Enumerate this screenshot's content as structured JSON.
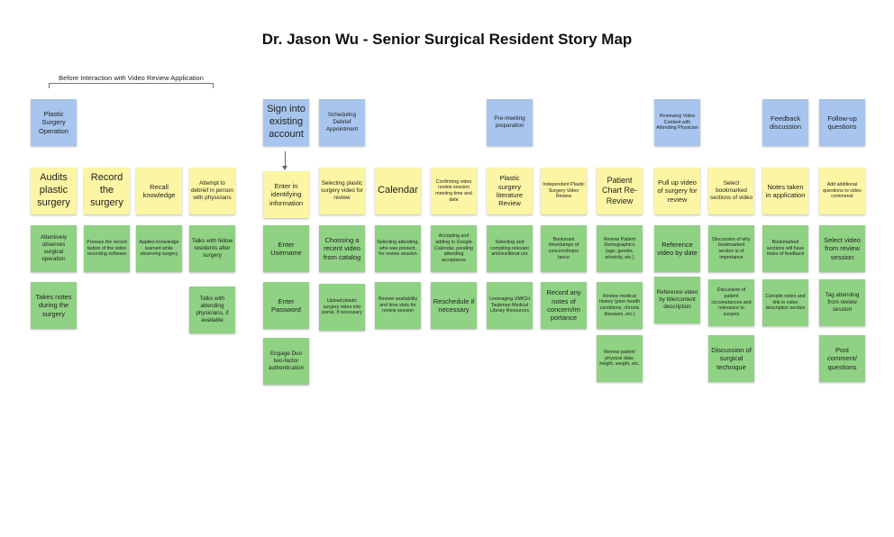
{
  "title": "Dr. Jason Wu - Senior Surgical Resident Story Map",
  "bracket_label": "Before Interaction with Video Review Application",
  "notes": {
    "c1b": "Plastic Surgery Operation",
    "c1y": "Audits plastic surgery",
    "c1g1": "Attentively observes surgical operation",
    "c1g2": "Takes notes during the surgery",
    "c2y": "Record the surgery",
    "c2g1": "Presses the record button of the video recording software",
    "c3y": "Recall knowledge",
    "c3g1": "Applies knowledge learned while observing surgery",
    "c4y": "Attempt to debrief in person with physicians",
    "c4g1": "Talks with fellow residents after surgery",
    "c4g2": "Talks with attending physicians, if available",
    "c5b": "Sign into existing account",
    "c5y": "Enter in identifying information",
    "c5g1": "Enter Username",
    "c5g2": "Enter Password",
    "c5g3": "Engage Duo two-factor authentication",
    "c6b": "Scheduling Debrief Appointment",
    "c6y": "Selecting plastic surgery video for review",
    "c6g1": "Choosing a recent video from catalog",
    "c6g2": "Upload plastic surgery video into portal, if necessary",
    "c7y": "Calendar",
    "c7g1": "Selecting attending, who was present, for review session",
    "c7g2": "Review availability and time slots for review session",
    "c8y": "Confirming video review session meeting time and date",
    "c8g1": "Accepting and adding to Google Calendar, pending attending acceptance",
    "c8g2": "Reschedule if necessary",
    "c9b": "Pre-meeting preparation",
    "c9y": "Plastic surgery literature Review",
    "c9g1": "Selecting and compiling relevant articles/literat ure",
    "c9g2": "Leveraging UMICH Taubman Medical Library Resources",
    "c10y": "Independent Plastic Surgery Video Review",
    "c10g1": "Bookmark timestamps of concern/impor tance",
    "c10g2": "Record any notes of concern/im portance",
    "c11y": "Patient Chart Re-Review",
    "c11g1": "Review Patient Demographics (age, gender, ethnicity, etc.)",
    "c11g2": "Review medical history (prior health conditions, chronic diseases, etc.)",
    "c11g3": "Review patient physical data: height, weight, etc.",
    "c12b": "Reviewing Video Content with Attending Physician",
    "c12y": "Pull up video of surgery for review",
    "c12g1": "Reference video by date",
    "c12g2": "Reference video by title/content description",
    "c13y": "Select bookmarked sections of video",
    "c13g1": "Discussion of why bookmarked section is of importance",
    "c13g2": "Discussion of patient circumstances and relevance to surgery",
    "c13g3": "Discussion of surgical technique",
    "c14b": "Feedback discussion",
    "c14y": "Notes taken in application",
    "c14g1": "Bookmarked sections will have notes of feedback",
    "c14g2": "Compile notes and link to video description section",
    "c15b": "Follow-up questions",
    "c15y": "Add additional questions to video commenxt",
    "c15g1": "Select video from review session",
    "c15g2": "Tag attending from review session",
    "c15g3": "Post comment/ questions"
  },
  "colors": {
    "blue": "#a7c5ee",
    "yellow": "#fbf5a4",
    "green": "#8fd283"
  }
}
